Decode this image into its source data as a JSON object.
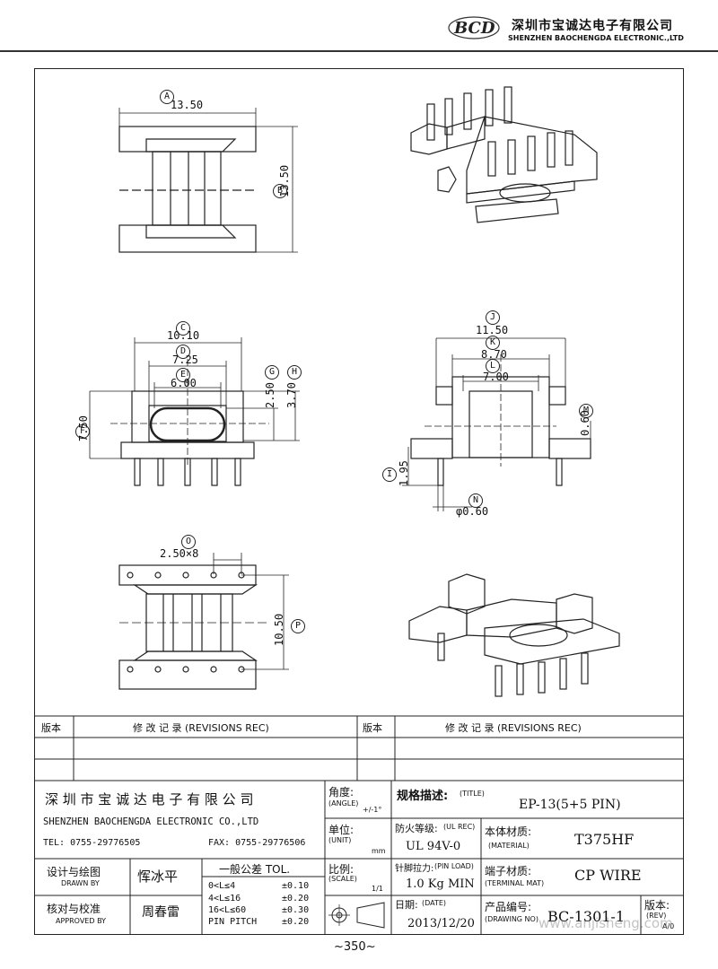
{
  "header": {
    "logo_text": "BCD",
    "company_cn": "深圳市宝诚达电子有限公司",
    "company_en": "SHENZHEN BAOCHENGDA ELECTRONIC.,LTD"
  },
  "dimensions": {
    "A": {
      "label": "A",
      "value": "13.50"
    },
    "B": {
      "label": "B",
      "value": "13.50"
    },
    "C": {
      "label": "C",
      "value": "10.10"
    },
    "D": {
      "label": "D",
      "value": "7.25"
    },
    "E": {
      "label": "E",
      "value": "6.00"
    },
    "F": {
      "label": "F",
      "value": "7.50"
    },
    "G": {
      "label": "G",
      "value": "2.50"
    },
    "H": {
      "label": "H",
      "value": "3.70"
    },
    "I": {
      "label": "I",
      "value": "1.95"
    },
    "J": {
      "label": "J",
      "value": "11.50"
    },
    "K": {
      "label": "K",
      "value": "8.70"
    },
    "L": {
      "label": "L",
      "value": "7.00"
    },
    "M": {
      "label": "M",
      "value": "0.60"
    },
    "N": {
      "label": "N",
      "value": "φ0.60"
    },
    "O": {
      "label": "O",
      "value": "2.50×8"
    },
    "P": {
      "label": "P",
      "value": "10.50"
    }
  },
  "revisions": {
    "col_rev": "版本",
    "col_rec": "修 改 记 录  (REVISIONS REC)"
  },
  "title_block": {
    "company_cn": "深 圳 市 宝 诚 达 电 子 有 限 公 司",
    "company_en": "SHENZHEN BAOCHENGDA ELECTRONIC CO.,LTD",
    "tel": "TEL: 0755-29776505",
    "fax": "FAX: 0755-29776506",
    "drawn_by_cn": "设计与绘图",
    "drawn_by_en": "DRAWN BY",
    "drawn_by_name": "恽冰平",
    "approved_by_cn": "核对与校准",
    "approved_by_en": "APPROVED BY",
    "approved_by_name": "周春雷",
    "tol_title": "一般公差 TOL.",
    "tol_rows": [
      {
        "range": "0<L≤4",
        "val": "±0.10"
      },
      {
        "range": "4<L≤16",
        "val": "±0.20"
      },
      {
        "range": "16<L≤60",
        "val": "±0.30"
      },
      {
        "range": "PIN PITCH",
        "val": "±0.20"
      }
    ],
    "angle_cn": "角度:",
    "angle_en": "(ANGLE)",
    "angle_val": "+/-1°",
    "unit_cn": "单位:",
    "unit_en": "(UNIT)",
    "unit_val": "mm",
    "scale_cn": "比例:",
    "scale_en": "(SCALE)",
    "scale_val": "1/1",
    "title_cn": "规格描述:",
    "title_en": "(TITLE)",
    "title_val": "EP-13(5+5 PIN)",
    "ul_cn": "防火等级:",
    "ul_en": "(UL REC)",
    "ul_val": "UL 94V-0",
    "material_cn": "本体材质:",
    "material_en": "(MATERIAL)",
    "material_val": "T375HF",
    "pinload_cn": "针脚拉力:",
    "pinload_en": "(PIN LOAD)",
    "pinload_val": "1.0 Kg MIN",
    "terminal_cn": "端子材质:",
    "terminal_en": "(TERMINAL MAT)",
    "terminal_val": "CP WIRE",
    "date_cn": "日期:",
    "date_en": "(DATE)",
    "date_val": "2013/12/20",
    "drawing_no_cn": "产品编号:",
    "drawing_no_en": "(DRAWING NO)",
    "drawing_no_val": "BC-1301-1",
    "rev_cn": "版本:",
    "rev_en": "(REV)",
    "rev_val": "A/0"
  },
  "watermark": "www.anjisheng.com",
  "page_number": "~350~"
}
